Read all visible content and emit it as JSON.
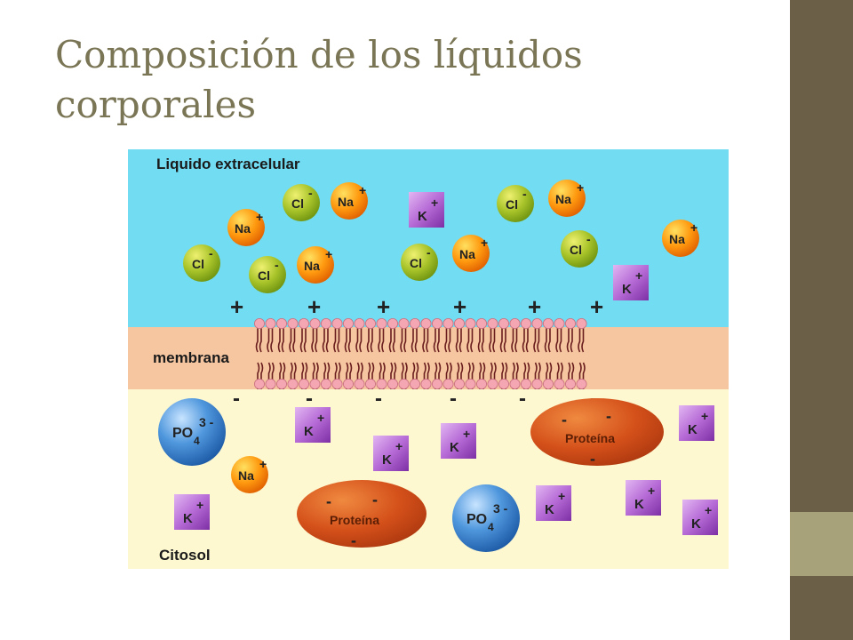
{
  "slide": {
    "title_line1": "Composición de los líquidos",
    "title_line2": "corporales"
  },
  "diagram": {
    "labels": {
      "extracellular": "Liquido extracelular",
      "membrane": "membrana",
      "cytosol": "Citosol"
    },
    "ions": {
      "na": "Na",
      "cl": "Cl",
      "k": "K",
      "po4": "PO",
      "po4_subscript": "4",
      "po4_charge": "3 -",
      "protein": "Proteína",
      "plus": "+",
      "minus": "-"
    },
    "colors": {
      "extracellular": "#71dcf2",
      "membrane": "#f6c6a0",
      "cytosol": "#fdf8cf",
      "sodium": "#ff8c00",
      "chloride": "#9dba1e",
      "potassium": "#b66bd6",
      "phosphate": "#3a82cc",
      "protein": "#d8501a",
      "lipid_head": "#f4a7b3"
    }
  }
}
